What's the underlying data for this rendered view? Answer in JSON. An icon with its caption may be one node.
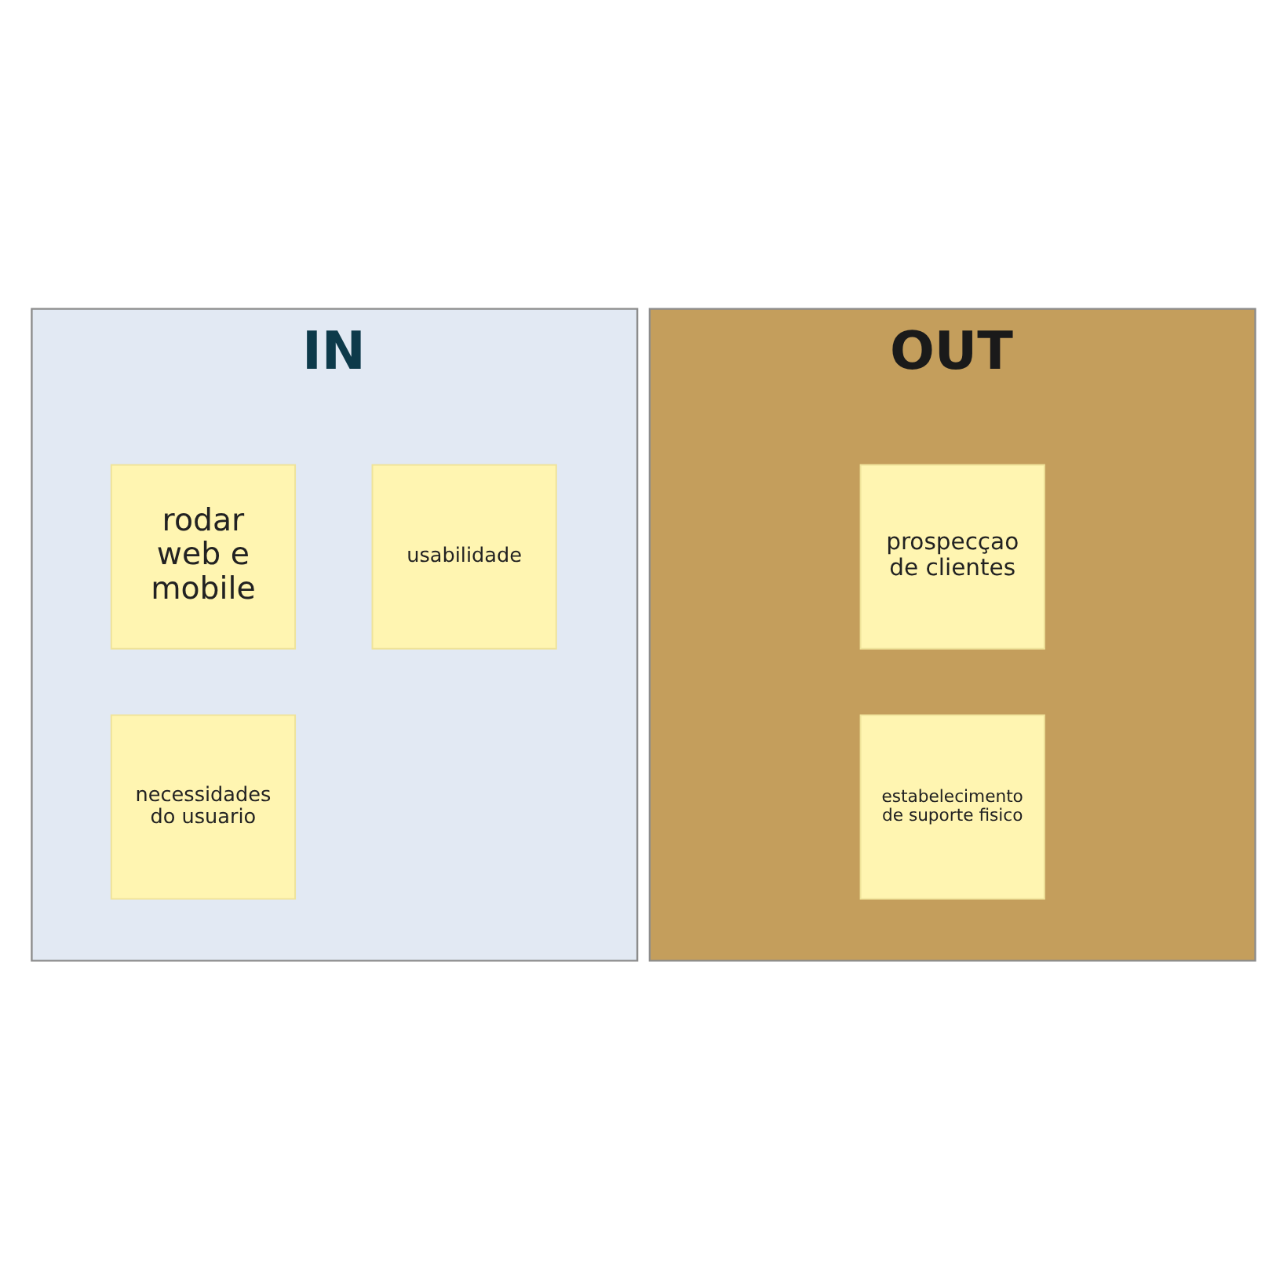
{
  "diagram": {
    "nodes": [
      {
        "text": [
          "IN"
        ]
      },
      {
        "text": [
          "rodar web e mobile"
        ],
        "in": 0
      },
      {
        "text": [
          "usabilidade"
        ],
        "in": 0
      },
      {
        "text": [
          "necessidades do usuario"
        ],
        "in": 0
      },
      {
        "text": [
          "OUT"
        ]
      },
      {
        "text": [
          "prospecçao de clientes"
        ],
        "in": 4
      },
      {
        "text": [
          "estabelecimento de suporte fisico"
        ],
        "in": 4
      }
    ]
  }
}
